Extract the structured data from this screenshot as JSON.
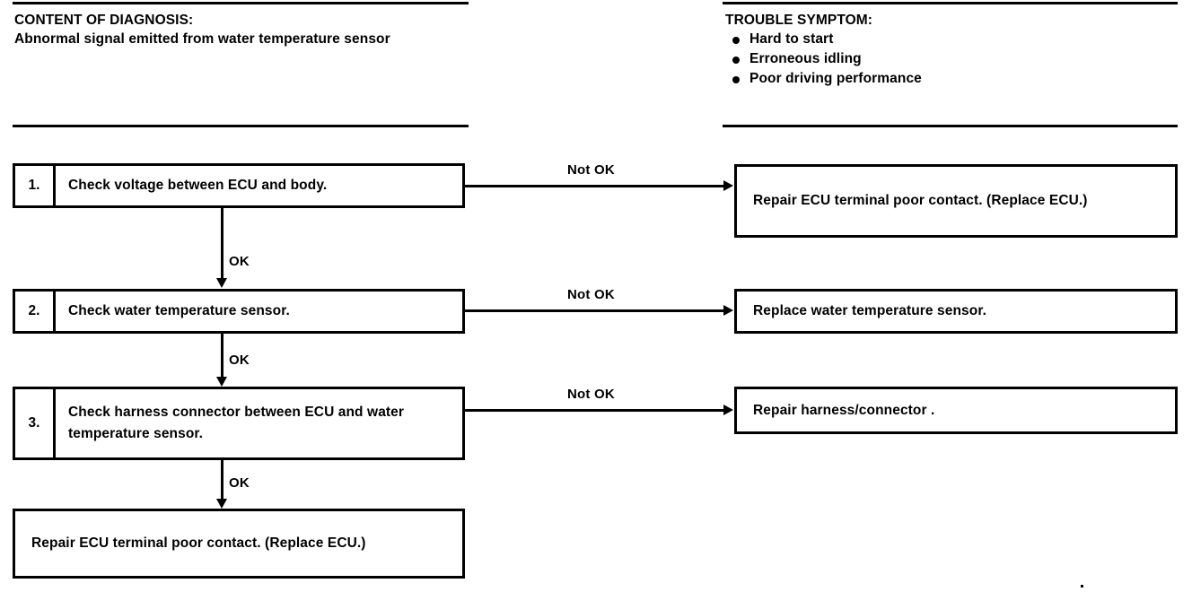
{
  "diagnosis": {
    "title": "CONTENT OF DIAGNOSIS:",
    "body": "Abnormal signal emitted from water temperature sensor"
  },
  "symptom": {
    "title": "TROUBLE SYMPTOM:",
    "items": [
      "Hard to start",
      "Erroneous idling",
      "Poor driving performance"
    ]
  },
  "steps": [
    {
      "number": "1.",
      "text": "Check voltage between ECU and body.",
      "branch_label": "Not OK",
      "result": "Repair ECU terminal poor contact. (Replace ECU.)",
      "ok_label": "OK"
    },
    {
      "number": "2.",
      "text": "Check water temperature sensor.",
      "branch_label": "Not OK",
      "result": "Replace water temperature sensor.",
      "ok_label": "OK"
    },
    {
      "number": "3.",
      "text": "Check harness connector between ECU and water temperature sensor.",
      "branch_label": "Not OK",
      "result": "Repair harness/connector .",
      "ok_label": "OK"
    }
  ],
  "final": {
    "text": "Repair ECU terminal poor contact. (Replace ECU.)"
  },
  "colors": {
    "ink": "#000000",
    "paper": "#ffffff"
  }
}
